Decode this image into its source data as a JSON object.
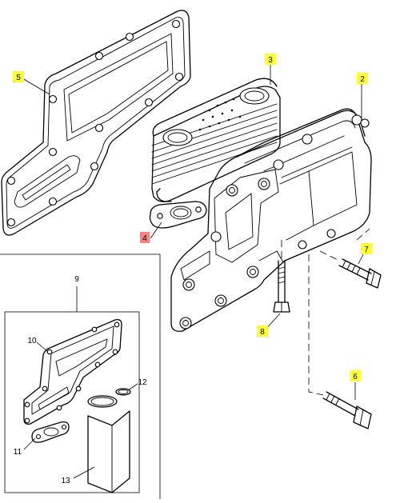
{
  "diagram": {
    "colors": {
      "callout_highlight": "#ffff33",
      "callout_selected": "#ff8080",
      "line": "#000000",
      "background": "#ffffff"
    },
    "callouts": [
      {
        "id": "1",
        "label": "2",
        "style": "highlight"
      },
      {
        "id": "2",
        "label": "3",
        "style": "highlight"
      },
      {
        "id": "3",
        "label": "4",
        "style": "selected"
      },
      {
        "id": "4",
        "label": "5",
        "style": "highlight"
      },
      {
        "id": "5",
        "label": "6",
        "style": "highlight"
      },
      {
        "id": "6",
        "label": "7",
        "style": "highlight"
      },
      {
        "id": "7",
        "label": "8",
        "style": "highlight"
      }
    ],
    "kit_labels": [
      {
        "id": "9",
        "label": "9"
      },
      {
        "id": "10",
        "label": "10"
      },
      {
        "id": "11",
        "label": "11"
      },
      {
        "id": "12",
        "label": "12"
      },
      {
        "id": "13",
        "label": "13"
      }
    ]
  }
}
